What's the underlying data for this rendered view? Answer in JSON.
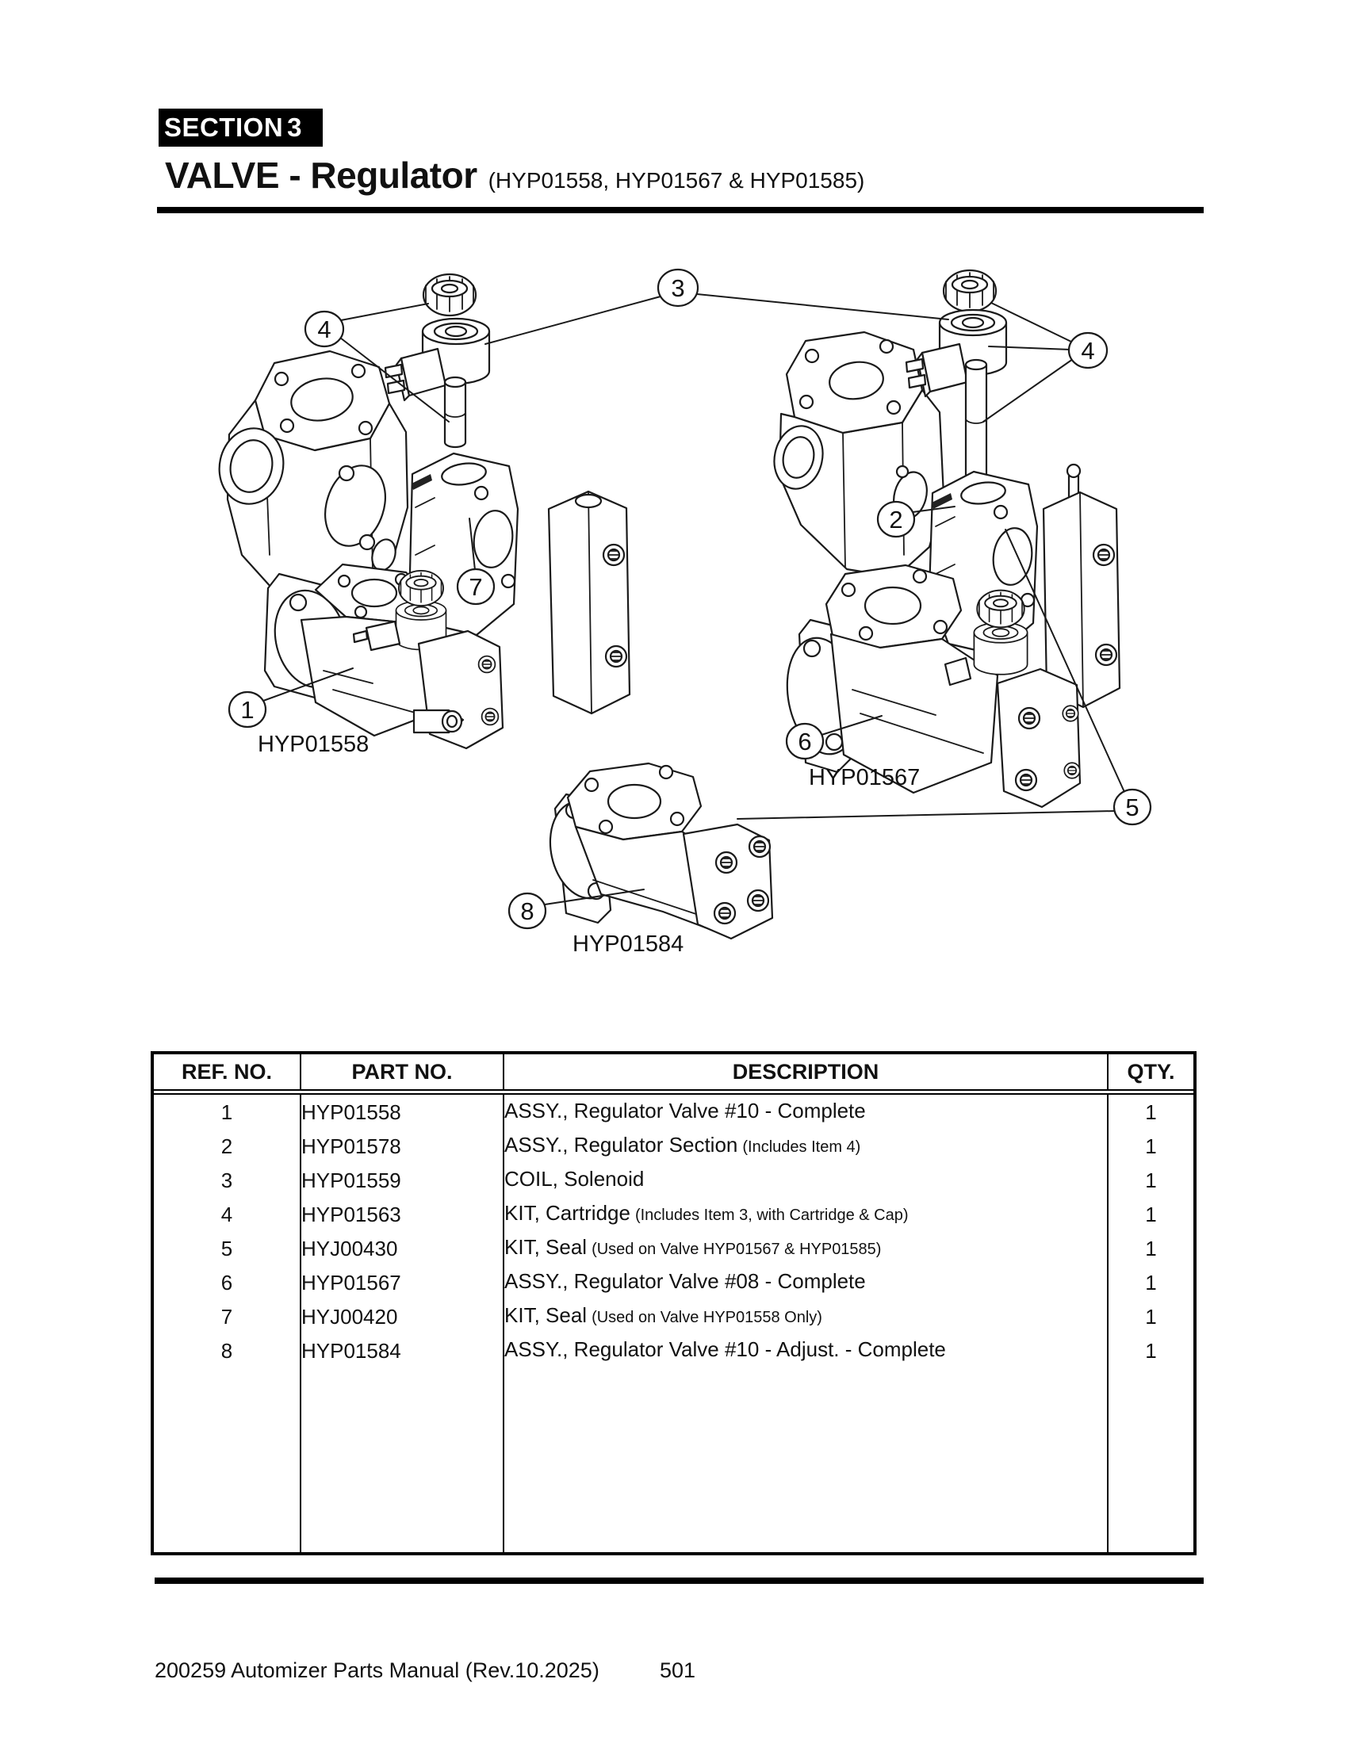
{
  "page": {
    "section_label": "SECTION",
    "section_number": "3",
    "title": "VALVE - Regulator",
    "title_models": "(HYP01558, HYP01567 & HYP01585)"
  },
  "diagram": {
    "callouts": {
      "c1": "1",
      "c2": "2",
      "c3": "3",
      "c4": "4",
      "c5": "5",
      "c6": "6",
      "c7": "7",
      "c8": "8"
    },
    "part_labels": {
      "hyp01558": "HYP01558",
      "hyp01567": "HYP01567",
      "hyp01584": "HYP01584"
    }
  },
  "table": {
    "headers": [
      "REF. NO.",
      "PART NO.",
      "DESCRIPTION",
      "QTY."
    ],
    "rows": [
      {
        "ref": "1",
        "part": "HYP01558",
        "desc": "ASSY., Regulator Valve #10 - Complete",
        "note": "",
        "qty": "1"
      },
      {
        "ref": "2",
        "part": "HYP01578",
        "desc": "ASSY., Regulator Section",
        "note": "(Includes Item 4)",
        "qty": "1"
      },
      {
        "ref": "3",
        "part": "HYP01559",
        "desc": "COIL, Solenoid",
        "note": "",
        "qty": "1"
      },
      {
        "ref": "4",
        "part": "HYP01563",
        "desc": "KIT, Cartridge",
        "note": "(Includes Item 3, with Cartridge & Cap)",
        "qty": "1"
      },
      {
        "ref": "5",
        "part": "HYJ00430",
        "desc": "KIT, Seal",
        "note": "(Used on Valve HYP01567 & HYP01585)",
        "qty": "1"
      },
      {
        "ref": "6",
        "part": "HYP01567",
        "desc": "ASSY., Regulator Valve #08 - Complete",
        "note": "",
        "qty": "1"
      },
      {
        "ref": "7",
        "part": "HYJ00420",
        "desc": "KIT, Seal",
        "note": "(Used on Valve HYP01558 Only)",
        "qty": "1"
      },
      {
        "ref": "8",
        "part": "HYP01584",
        "desc": "ASSY., Regulator Valve #10 - Adjust. - Complete",
        "note": "",
        "qty": "1"
      }
    ]
  },
  "footer": {
    "left": "200259 Automizer Parts Manual (Rev.10.2025)",
    "page": "501"
  }
}
